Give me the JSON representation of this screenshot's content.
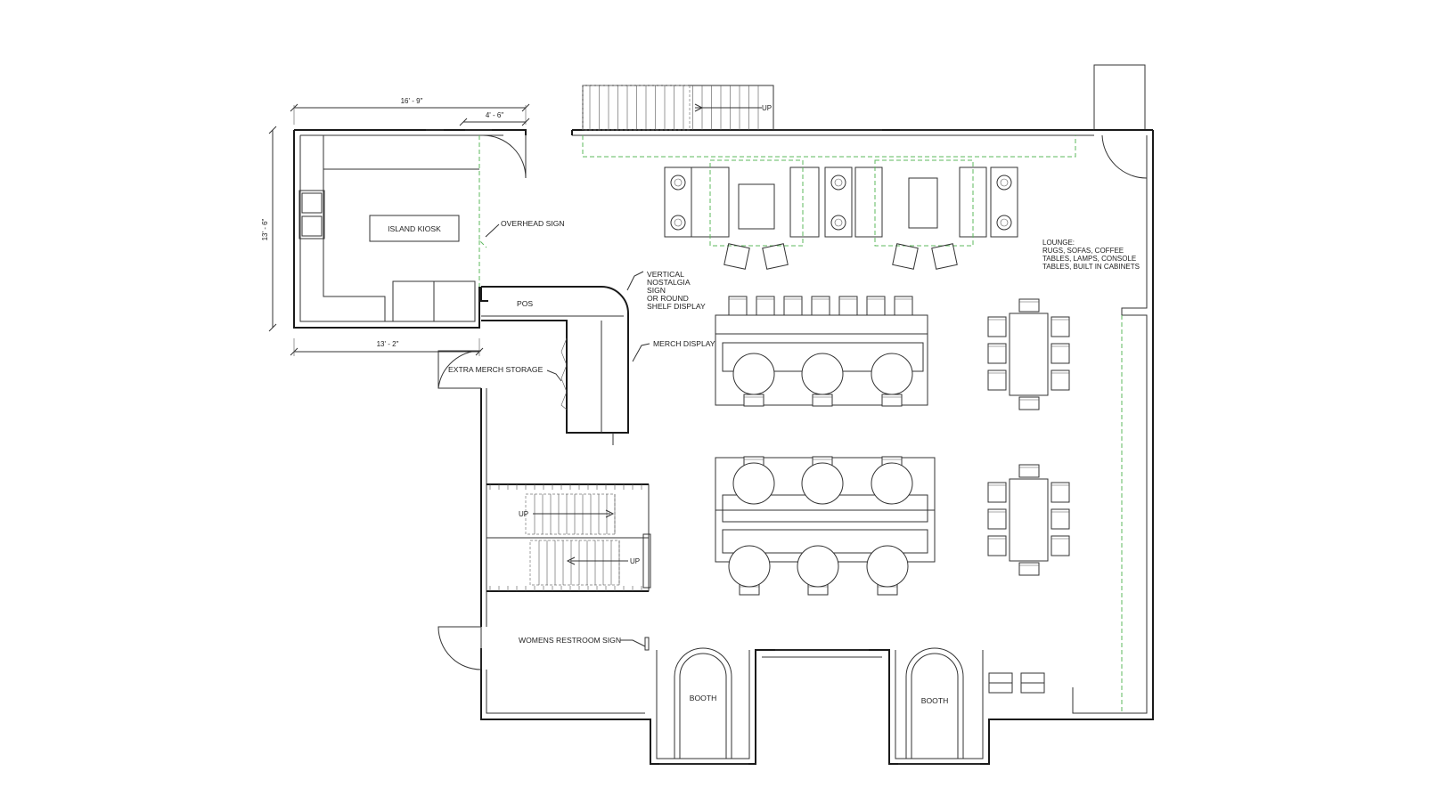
{
  "drawing": {
    "dimensions": {
      "top_width": "16' - 9\"",
      "door_width": "4' - 6\"",
      "left_height": "13' - 6\"",
      "bottom_width": "13' - 2\""
    },
    "labels": {
      "island_kiosk": "ISLAND KIOSK",
      "overhead_sign": "OVERHEAD SIGN",
      "pos": "POS",
      "vertical_sign": [
        "VERTICAL",
        "NOSTALGIA",
        "SIGN",
        "OR ROUND",
        "SHELF DISPLAY"
      ],
      "merch_display": "MERCH DISPLAY",
      "extra_merch_storage": "EXTRA MERCH STORAGE",
      "womens_restroom_sign": "WOMENS RESTROOM SIGN",
      "booth_left": "BOOTH",
      "booth_right": "BOOTH",
      "stair_top": "UP",
      "stair_mid_upper": "UP",
      "stair_mid_lower": "UP",
      "lounge": [
        "LOUNGE:",
        "RUGS, SOFAS, COFFEE",
        "TABLES, LAMPS, CONSOLE",
        "TABLES, BUILT IN CABINETS"
      ]
    },
    "colors": {
      "wall": "#1a1a1a",
      "guide_dashed": "#5cb85c"
    }
  }
}
